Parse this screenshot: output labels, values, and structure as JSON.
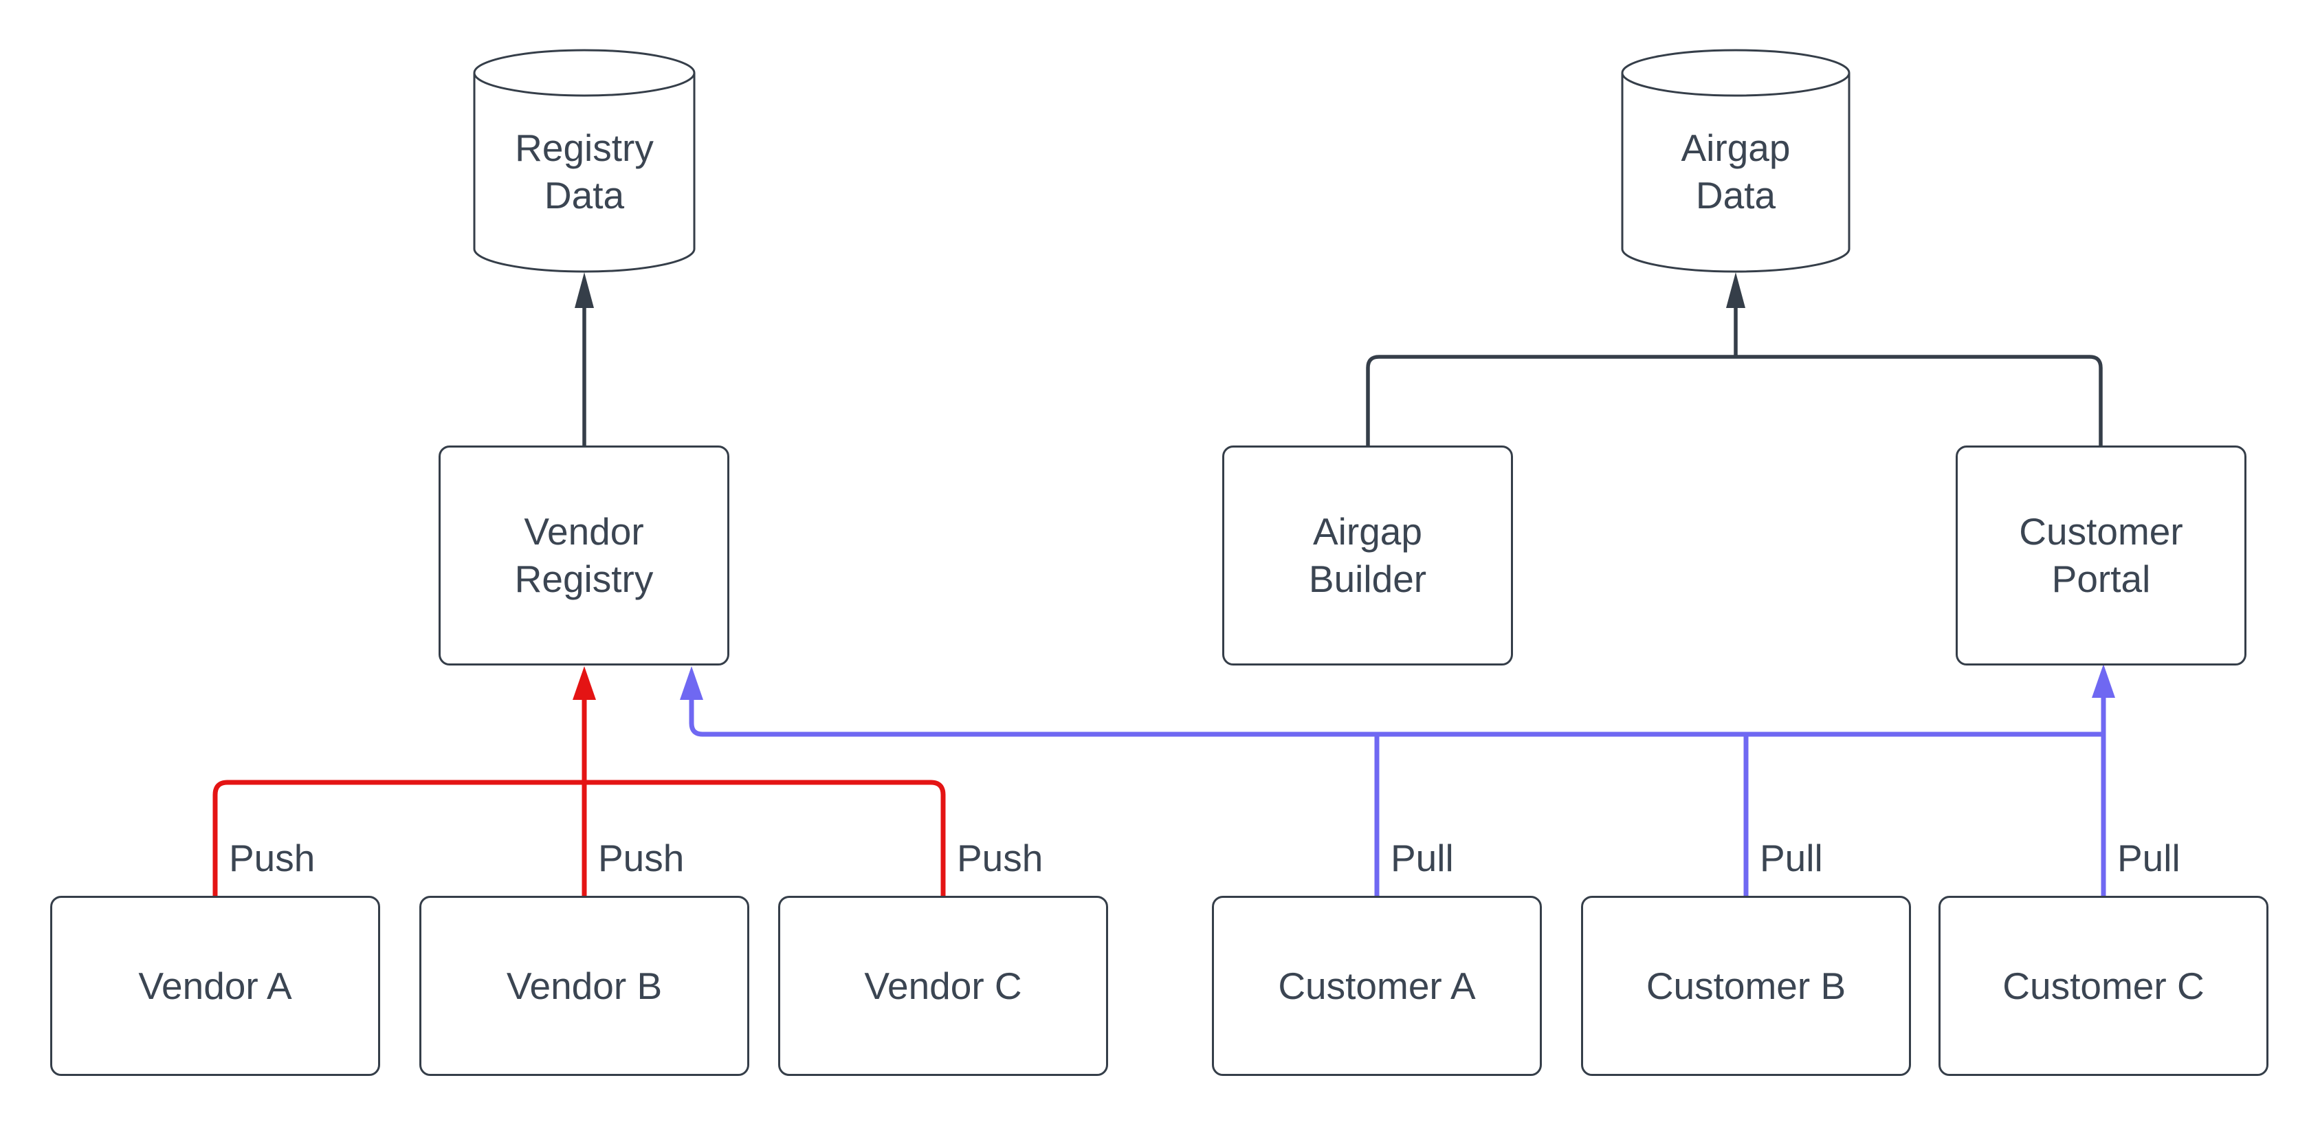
{
  "diagram": {
    "colors": {
      "line": "#353E49",
      "push": "#E41414",
      "pull": "#6F68F2",
      "text": "#3B4552",
      "bg": "#FFFFFF",
      "node_fill": "#FFFFFF"
    },
    "nodes": {
      "registry_data": {
        "shape": "cylinder",
        "lines": [
          "Registry",
          "Data"
        ]
      },
      "airgap_data": {
        "shape": "cylinder",
        "lines": [
          "Airgap",
          "Data"
        ]
      },
      "vendor_registry": {
        "shape": "rect",
        "lines": [
          "Vendor",
          "Registry"
        ]
      },
      "airgap_builder": {
        "shape": "rect",
        "lines": [
          "Airgap",
          "Builder"
        ]
      },
      "customer_portal": {
        "shape": "rect",
        "lines": [
          "Customer",
          "Portal"
        ]
      },
      "vendor_a": {
        "shape": "rect",
        "lines": [
          "Vendor A"
        ]
      },
      "vendor_b": {
        "shape": "rect",
        "lines": [
          "Vendor B"
        ]
      },
      "vendor_c": {
        "shape": "rect",
        "lines": [
          "Vendor C"
        ]
      },
      "customer_a": {
        "shape": "rect",
        "lines": [
          "Customer A"
        ]
      },
      "customer_b": {
        "shape": "rect",
        "lines": [
          "Customer B"
        ]
      },
      "customer_c": {
        "shape": "rect",
        "lines": [
          "Customer C"
        ]
      }
    },
    "edges": [
      {
        "from": "vendor_registry",
        "to": "registry_data",
        "style": "flow",
        "label": ""
      },
      {
        "from": "airgap_builder",
        "to": "airgap_data",
        "style": "flow",
        "label": ""
      },
      {
        "from": "customer_portal",
        "to": "airgap_data",
        "style": "flow",
        "label": ""
      },
      {
        "from": "vendor_a",
        "to": "vendor_registry",
        "style": "push",
        "label": "Push"
      },
      {
        "from": "vendor_b",
        "to": "vendor_registry",
        "style": "push",
        "label": "Push"
      },
      {
        "from": "vendor_c",
        "to": "vendor_registry",
        "style": "push",
        "label": "Push"
      },
      {
        "from": "customer_a",
        "to": "vendor_registry",
        "style": "pull",
        "label": "Pull"
      },
      {
        "from": "customer_b",
        "to": "vendor_registry",
        "style": "pull",
        "label": "Pull"
      },
      {
        "from": "customer_c",
        "to": "vendor_registry",
        "style": "pull",
        "label": "Pull"
      },
      {
        "from": "customers_trunk",
        "to": "customer_portal",
        "style": "pull",
        "label": ""
      }
    ]
  }
}
